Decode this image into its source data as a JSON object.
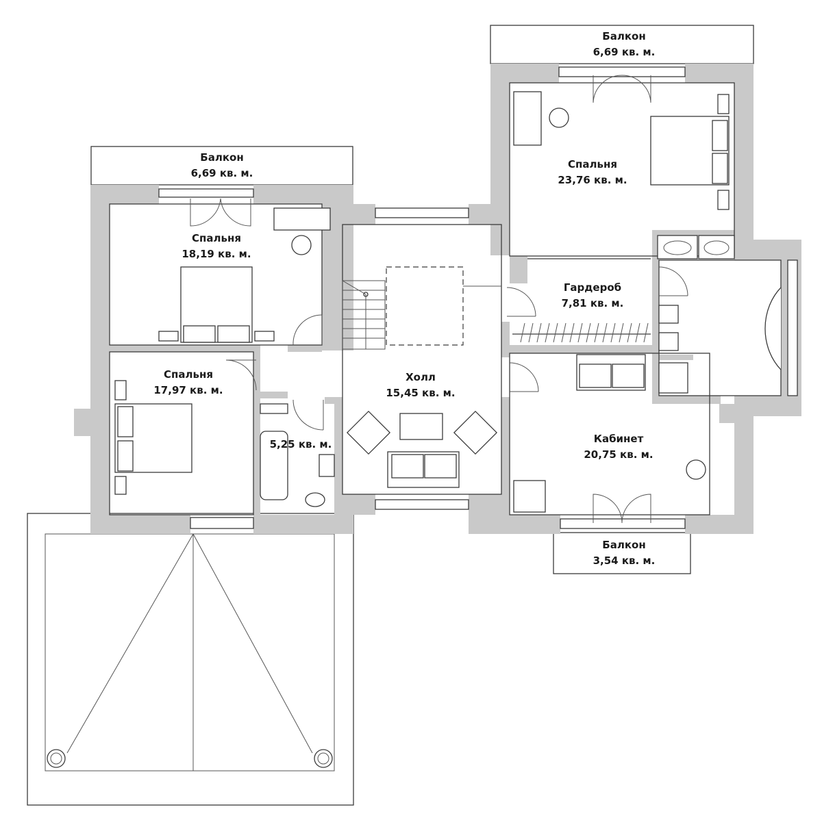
{
  "colors": {
    "wall": "#c9c9c9",
    "line": "#3a3a3a",
    "background": "#ffffff"
  },
  "rooms": {
    "balcony_left": {
      "name": "Балкон",
      "area": "6,69 кв. м."
    },
    "balcony_right": {
      "name": "Балкон",
      "area": "6,69 кв. м."
    },
    "balcony_bottom": {
      "name": "Балкон",
      "area": "3,54 кв. м."
    },
    "bedroom_top_left": {
      "name": "Спальня",
      "area": "18,19 кв. м."
    },
    "bedroom_left": {
      "name": "Спальня",
      "area": "17,97 кв. м."
    },
    "bedroom_right": {
      "name": "Спальня",
      "area": "23,76 кв. м."
    },
    "wardrobe": {
      "name": "Гардероб",
      "area": "7,81 кв. м."
    },
    "hall": {
      "name": "Холл",
      "area": "15,45 кв. м."
    },
    "bathroom": {
      "area": "5,25 кв. м."
    },
    "study": {
      "name": "Кабинет",
      "area": "20,75 кв. м."
    }
  }
}
